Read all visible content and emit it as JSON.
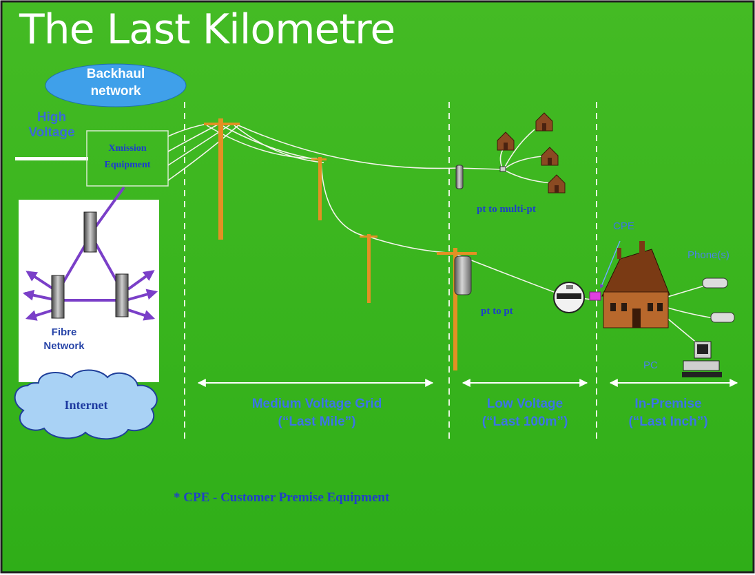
{
  "title": "The Last Kilometre",
  "backhaul": {
    "line1": "Backhaul",
    "line2": "network"
  },
  "high_voltage": {
    "line1": "High",
    "line2": "Voltage"
  },
  "xmission": {
    "line1": "Xmission",
    "line2": "Equipment"
  },
  "fibre": {
    "line1": "Fibre",
    "line2": "Network"
  },
  "internet": "Internet",
  "links": {
    "multi": "pt to multi-pt",
    "p2p": "pt to pt"
  },
  "devices": {
    "cpe": "CPE",
    "phones": "Phone(s)",
    "pc": "PC"
  },
  "sections": [
    {
      "line1": "Medium Voltage Grid",
      "line2": "(“Last Mile”)"
    },
    {
      "line1": "Low Voltage",
      "line2": "(“Last 100m”)"
    },
    {
      "line1": "In-Premise",
      "line2": "(“Last Inch”)"
    }
  ],
  "footnote": "* CPE - Customer Premise Equipment",
  "colors": {
    "background": "#3bb41e",
    "wire": "#ffffff",
    "pole": "#e39024",
    "arrow": "#7a3fc8"
  }
}
